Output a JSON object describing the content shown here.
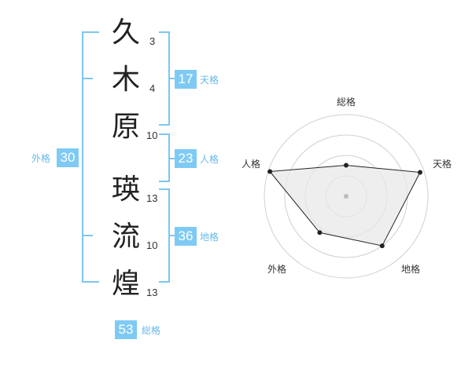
{
  "name": {
    "characters": [
      {
        "char": "久",
        "strokes": "3"
      },
      {
        "char": "木",
        "strokes": "4"
      },
      {
        "char": "原",
        "strokes": "10"
      },
      {
        "char": "瑛",
        "strokes": "13"
      },
      {
        "char": "流",
        "strokes": "10"
      },
      {
        "char": "煌",
        "strokes": "13"
      }
    ]
  },
  "fortunes": {
    "tenkaku": {
      "value": "17",
      "label": "天格"
    },
    "jinkaku": {
      "value": "23",
      "label": "人格"
    },
    "chikaku": {
      "value": "36",
      "label": "地格"
    },
    "gaikaku": {
      "value": "30",
      "label": "外格"
    },
    "soukaku": {
      "value": "53",
      "label": "総格"
    }
  },
  "colors": {
    "accent": "#7fcaf4",
    "label": "#66b8e8",
    "radar_fill": "#e8e8e8",
    "radar_line": "#222222",
    "ring": "#d0d0d0"
  },
  "radar": {
    "axes": [
      {
        "key": "soukaku",
        "label": "総格",
        "score": 0.38
      },
      {
        "key": "tenkaku",
        "label": "天格",
        "score": 0.95
      },
      {
        "key": "chikaku",
        "label": "地格",
        "score": 0.75
      },
      {
        "key": "gaikaku",
        "label": "外格",
        "score": 0.55
      },
      {
        "key": "jinkaku",
        "label": "人格",
        "score": 0.98
      }
    ],
    "rings": 4
  }
}
